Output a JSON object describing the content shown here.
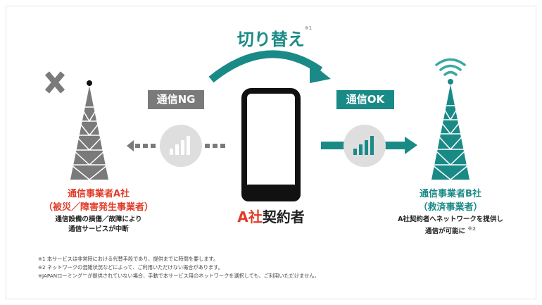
{
  "switch_label": "切り替え",
  "switch_note": "※1",
  "badge_ng": "通信NG",
  "badge_ok": "通信OK",
  "carrier_a": {
    "name": "通信事業者A社",
    "role": "（被災／障害発生事業者）",
    "desc1": "通信設備の損傷／故障により",
    "desc2": "通信サービスが中断"
  },
  "carrier_b": {
    "name": "通信事業者B社",
    "role": "（救済事業者）",
    "desc1": "A社契約者へネットワークを提供し",
    "desc2": "通信が可能に",
    "note": "※2"
  },
  "user": {
    "company": "A社",
    "label": "契約者"
  },
  "footnotes": [
    "※1 本サービスは非常時における代替手段であり、提供までに時間を要します。",
    "※2 ネットワークの混雑状況などによって、ご利用いただけない場合があります。",
    "※JAPANローミング™が提供されていない場合、手動で本サービス用のネットワークを選択しても、ご利用いただけません。"
  ],
  "colors": {
    "teal": "#1a8a87",
    "gray": "#7a7a7a",
    "red": "#e03c28"
  }
}
